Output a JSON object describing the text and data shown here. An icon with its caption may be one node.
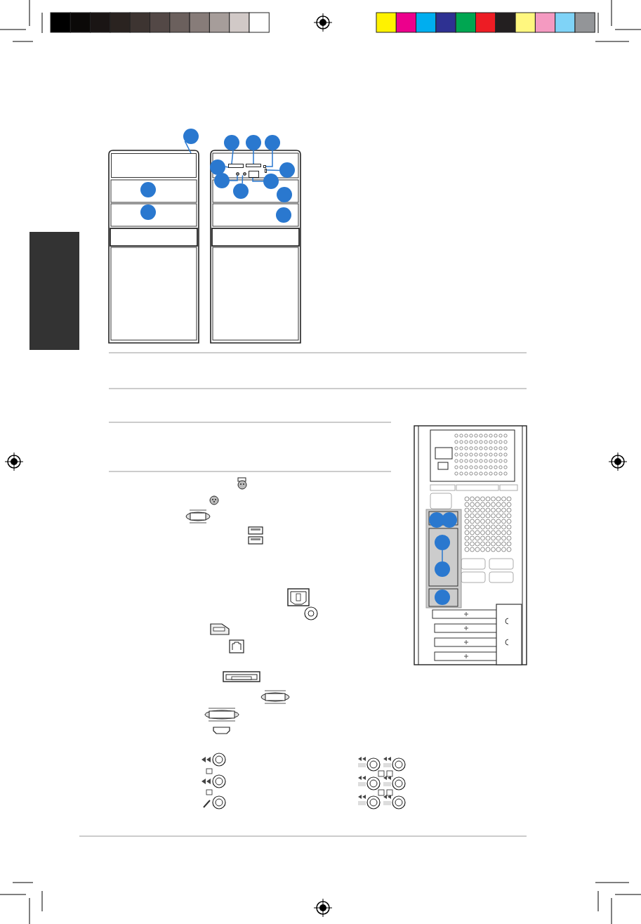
{
  "diagram": {
    "nodes": [
      {
        "text": [],
        "shape": "circle"
      },
      {
        "text": [],
        "shape": "circle"
      },
      {
        "text": [],
        "shape": "circle"
      },
      {
        "text": [],
        "shape": "circle"
      },
      {
        "text": [],
        "shape": "circle"
      },
      {
        "text": [],
        "shape": "circle"
      },
      {
        "text": [],
        "shape": "circle"
      },
      {
        "text": [],
        "shape": "circle"
      },
      {
        "text": [],
        "shape": "circle"
      },
      {
        "text": [],
        "shape": "circle"
      },
      {
        "text": [],
        "shape": "circle"
      },
      {
        "text": [],
        "shape": "circle"
      },
      {
        "text": [],
        "shape": "circle"
      },
      {
        "text": [],
        "shape": "circle"
      },
      {
        "text": [],
        "shape": "circle"
      },
      {
        "text": [],
        "shape": "circle"
      },
      {
        "text": [],
        "shape": "circle"
      },
      {
        "text": [],
        "shape": "circle"
      },
      {
        "text": [],
        "shape": "box"
      },
      {
        "text": [],
        "shape": "box"
      },
      {
        "text": [],
        "shape": "box"
      },
      {
        "text": [],
        "shape": "box"
      },
      {
        "text": [],
        "shape": "circle"
      },
      {
        "text": [],
        "shape": "circle"
      },
      {
        "text": [],
        "shape": "box"
      },
      {
        "text": [],
        "shape": "bar"
      },
      {
        "text": [],
        "shape": "box"
      }
    ],
    "edges": [
      {
        "from": 0,
        "to": 26,
        "arrow": "none"
      },
      {
        "from": 1,
        "to": 18,
        "arrow": "none"
      },
      {
        "from": 2,
        "to": 19,
        "arrow": "none"
      },
      {
        "from": 3,
        "to": 20,
        "arrow": "none"
      },
      {
        "from": 4,
        "to": 18,
        "arrow": "none"
      },
      {
        "from": 5,
        "to": 21,
        "arrow": "none"
      },
      {
        "from": 6,
        "to": 22,
        "arrow": "none"
      },
      {
        "from": 7,
        "to": 24,
        "arrow": "none"
      },
      {
        "from": 9,
        "to": 23,
        "arrow": "none"
      },
      {
        "from": 15,
        "to": 16,
        "arrow": "none"
      }
    ]
  }
}
